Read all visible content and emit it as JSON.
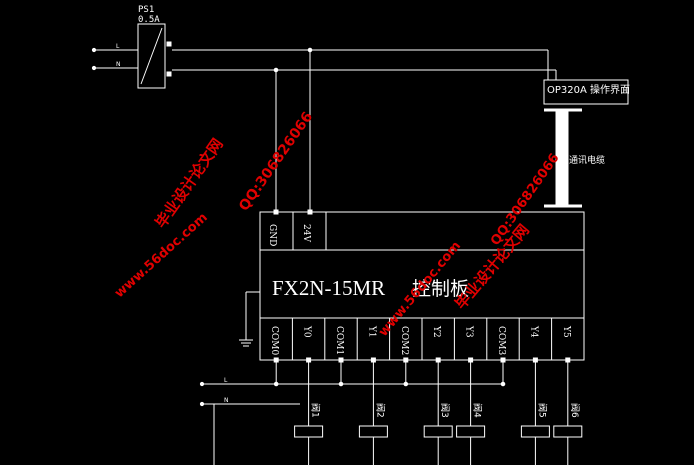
{
  "power_supply": {
    "label": "PS1",
    "rating": "0.5A",
    "left_terms": [
      "L",
      "N"
    ]
  },
  "hmi": {
    "label": "OP320A 操作界面"
  },
  "cable": {
    "label": "通讯电缆"
  },
  "plc": {
    "model": "FX2N-15MR",
    "subtitle": "控制板",
    "top_terminals": [
      "GND",
      "24V"
    ],
    "bottom_terminals": [
      "COM0",
      "Y0",
      "COM1",
      "Y1",
      "COM2",
      "Y2",
      "Y3",
      "COM3",
      "Y4",
      "Y5"
    ]
  },
  "bus_labels": [
    "L",
    "N"
  ],
  "valves": [
    "阀1",
    "阀2",
    "阀3",
    "阀4",
    "阀5",
    "阀6"
  ],
  "watermarks": [
    {
      "text": "毕业设计论文网"
    },
    {
      "text": "QQ:306826066"
    },
    {
      "text": "www.56doc.com"
    },
    {
      "text": "毕业设计论文网"
    },
    {
      "text": "QQ:306826066"
    },
    {
      "text": "www.56doc.com"
    }
  ],
  "colors": {
    "line": "#ffffff",
    "background": "#000000",
    "watermark": "#ff2020"
  }
}
